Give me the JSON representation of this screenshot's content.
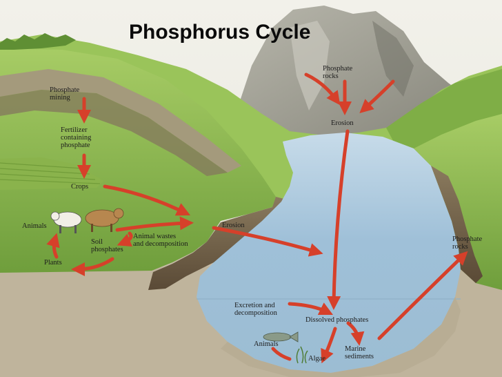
{
  "title": "Phosphorus Cycle",
  "labels": {
    "phosphate_rocks_mountain": "Phosphate\nrocks",
    "phosphate_mining": "Phosphate\nmining",
    "fertilizer": "Fertilizer\ncontaining\nphosphate",
    "crops": "Crops",
    "animals_land": "Animals",
    "soil_phosphates": "Soil\nphosphates",
    "plants": "Plants",
    "animal_wastes": "Animal wastes\nand decomposition",
    "erosion_land": "Erosion",
    "erosion_mountain": "Erosion",
    "excretion": "Excretion and\ndecomposition",
    "dissolved_phosphates": "Dissolved phosphates",
    "animals_water": "Animals",
    "algae": "Algae",
    "marine_sediments": "Marine\nsediments",
    "phosphate_rocks_right": "Phosphate\nrocks"
  },
  "colors": {
    "arrow": "#d9472b",
    "water": "#a9c6dc",
    "grass": "#8cbb4c",
    "soil": "#c8bfac"
  }
}
